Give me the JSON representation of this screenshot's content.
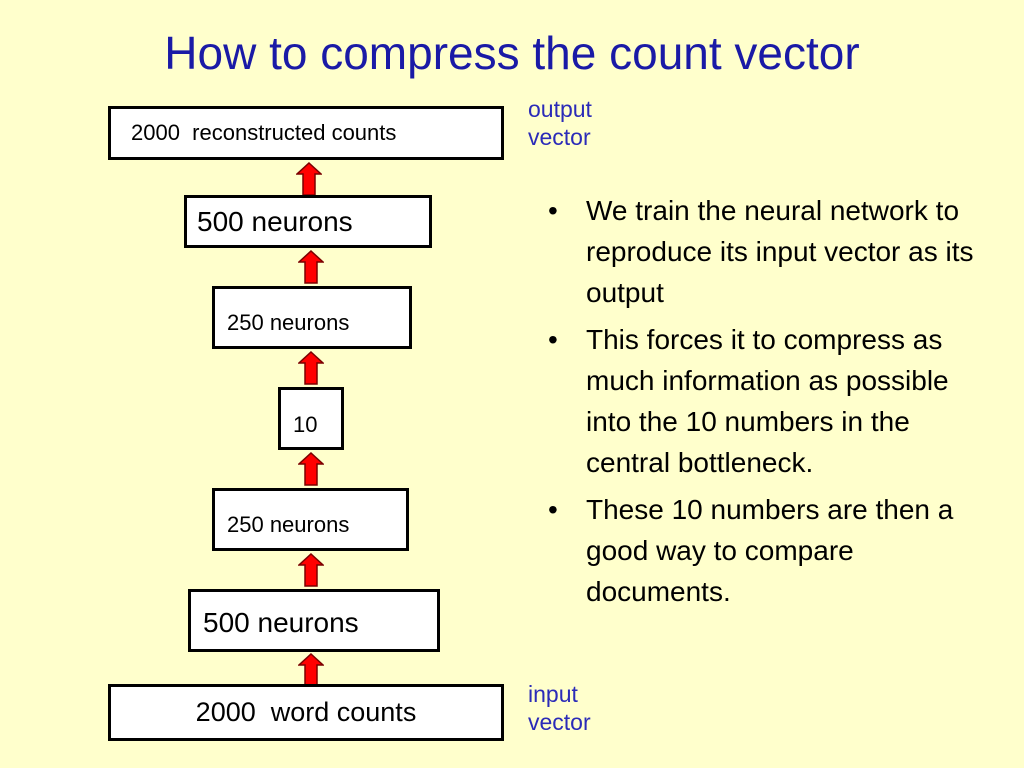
{
  "slide": {
    "title": "How to compress the count vector"
  },
  "layers": [
    {
      "id": "output",
      "label": "2000  reconstructed counts"
    },
    {
      "id": "dec-500",
      "label": "500 neurons"
    },
    {
      "id": "dec-250",
      "label": "250 neurons"
    },
    {
      "id": "code",
      "label": "10"
    },
    {
      "id": "enc-250",
      "label": "250 neurons"
    },
    {
      "id": "enc-500",
      "label": "500 neurons"
    },
    {
      "id": "input",
      "label": "2000  word counts"
    }
  ],
  "side_labels": {
    "output": [
      "output",
      "vector"
    ],
    "input": [
      "input",
      "vector"
    ]
  },
  "bullets": [
    "We train the neural network to reproduce its input vector as its output",
    "This forces it to compress as much information as possible into the 10 numbers in the central bottleneck.",
    "These 10 numbers are then a good way to compare documents."
  ],
  "colors": {
    "background": "#ffffcc",
    "title": "#1a1aa6",
    "side_label": "#2b2bb8",
    "arrow_fill": "#ff0000",
    "arrow_stroke": "#7a0000",
    "box_border": "#000000"
  }
}
